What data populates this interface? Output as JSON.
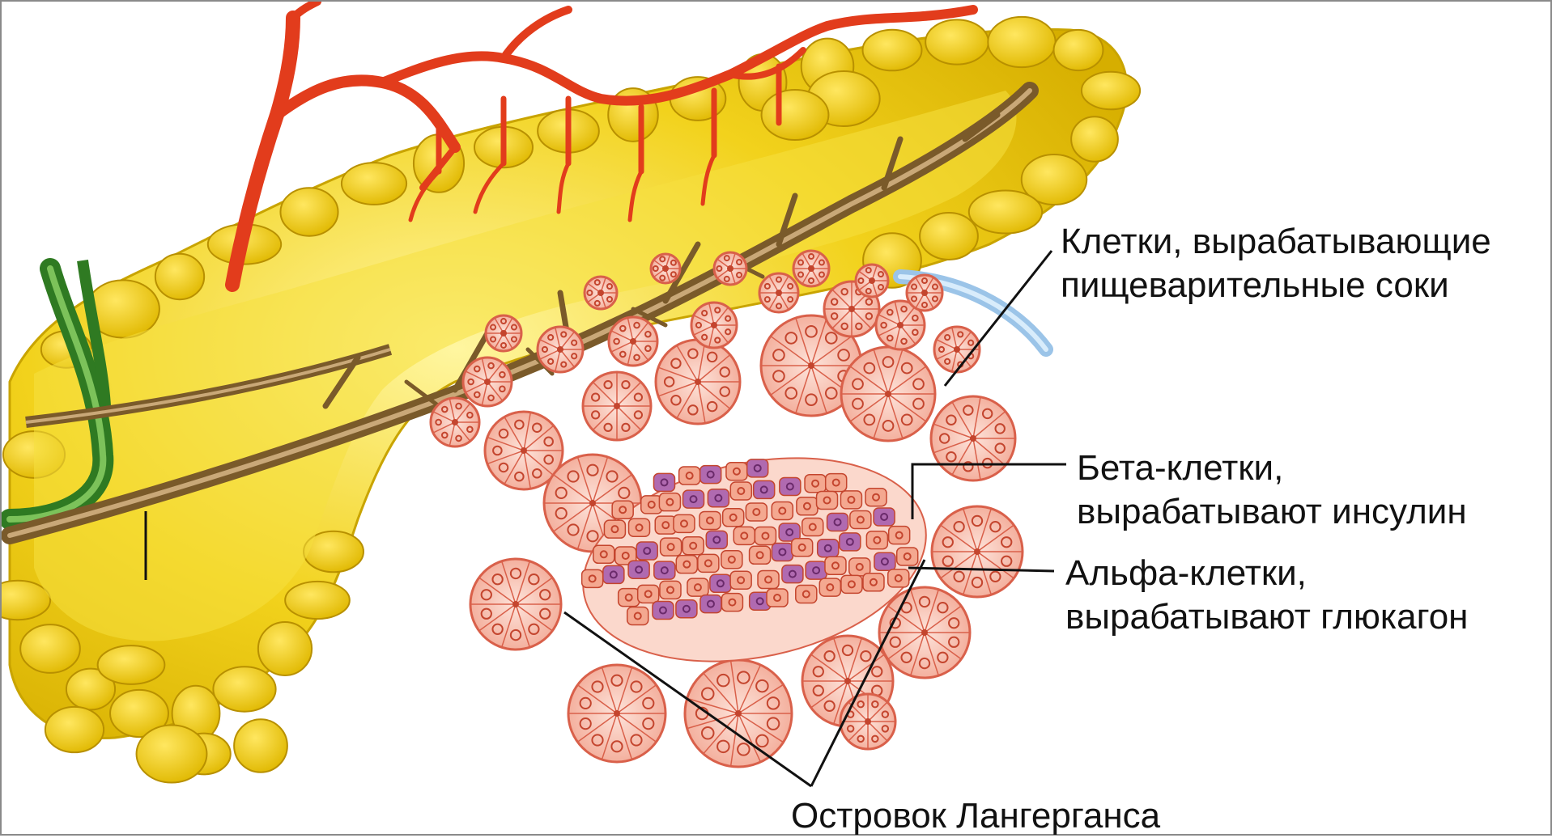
{
  "labels": {
    "acinar": {
      "line1": "Клетки, вырабатывающие",
      "line2": "пищеварительные соки"
    },
    "beta": {
      "line1": "Бета-клетки,",
      "line2": "вырабатывают инсулин"
    },
    "alpha": {
      "line1": "Альфа-клетки,",
      "line2": "вырабатывают глюкагон"
    },
    "islet": {
      "text": "Островок Лангерганса"
    }
  },
  "colors": {
    "gland": "#f2d21c",
    "gland_shadow": "#c9a400",
    "artery": "#e23c1c",
    "duct": "#8a6a3a",
    "green_duct": "#3c8a2a",
    "blue_vessel": "#9bc4e8",
    "acinus_fill": "#f7b8a8",
    "acinus_stroke": "#d9604a",
    "beta_cell": "#f4a890",
    "alpha_cell": "#9a4a9a",
    "leader_line": "#111111"
  }
}
